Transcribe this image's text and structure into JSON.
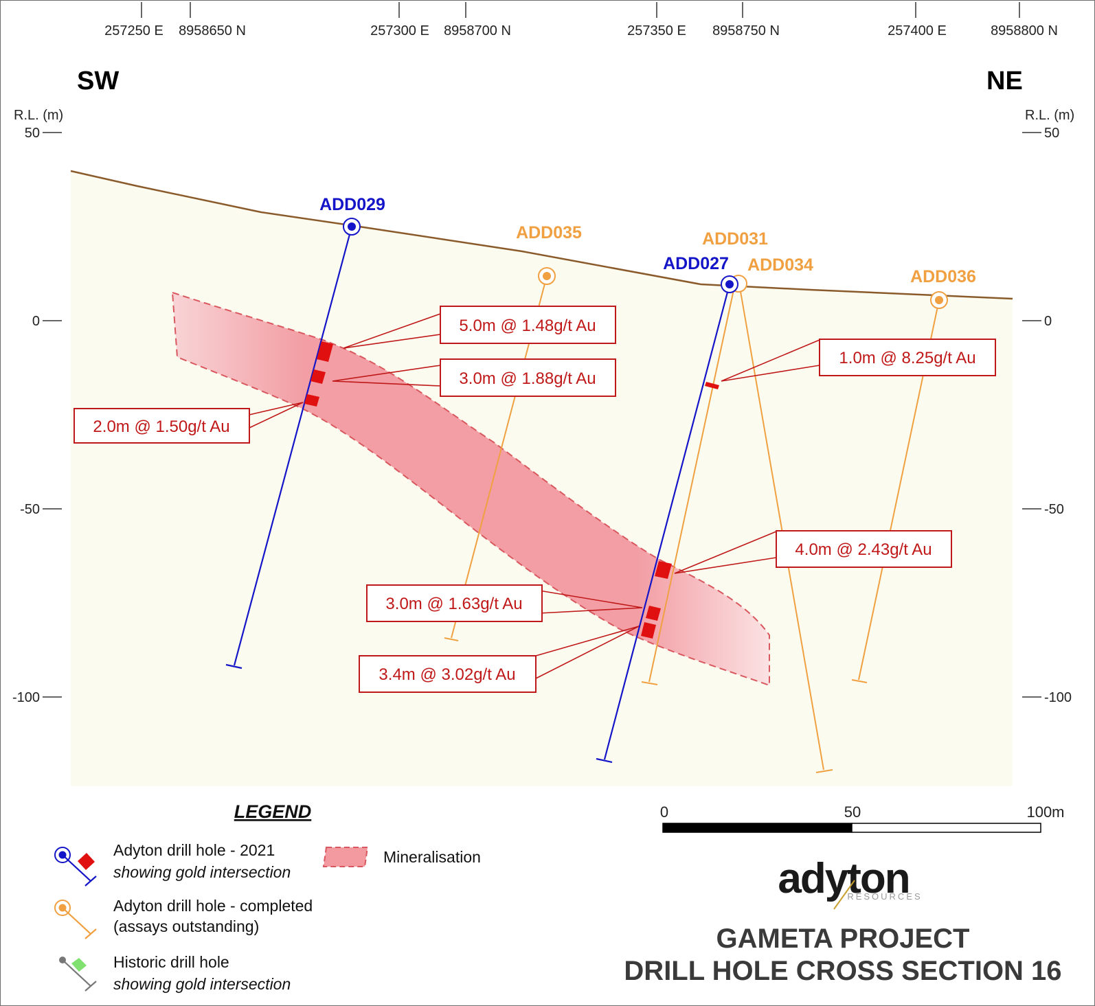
{
  "grid_labels": {
    "easting_1": "257250 E",
    "northing_1": "8958650 N",
    "easting_2": "257300 E",
    "northing_2": "8958700 N",
    "easting_3": "257350 E",
    "northing_3": "8958750 N",
    "easting_4": "257400 E",
    "northing_4": "8958800 N"
  },
  "compass": {
    "left": "SW",
    "right": "NE"
  },
  "axis": {
    "label_left": "R.L. (m)",
    "label_right": "R.L. (m)",
    "ticks": [
      "50",
      "0",
      "-50",
      "-100"
    ]
  },
  "holes": {
    "add029": {
      "name": "ADD029",
      "color": "#1414c8"
    },
    "add027": {
      "name": "ADD027",
      "color": "#1414c8"
    },
    "add035": {
      "name": "ADD035",
      "color": "#f0a040"
    },
    "add031": {
      "name": "ADD031",
      "color": "#f0a040"
    },
    "add034": {
      "name": "ADD034",
      "color": "#f0a040"
    },
    "add036": {
      "name": "ADD036",
      "color": "#f0a040"
    }
  },
  "intersections": {
    "i1": "5.0m @ 1.48g/t Au",
    "i2": "3.0m @ 1.88g/t Au",
    "i3": "2.0m @ 1.50g/t Au",
    "i4": "1.0m @ 8.25g/t Au",
    "i5": "4.0m @ 2.43g/t Au",
    "i6": "3.0m @ 1.63g/t Au",
    "i7": "3.4m @ 3.02g/t Au"
  },
  "scale_bar": {
    "l0": "0",
    "l50": "50",
    "l100": "100m"
  },
  "legend": {
    "title": "LEGEND",
    "item1_line1": "Adyton drill hole - 2021",
    "item1_line2": "showing gold intersection",
    "item2_line1": "Adyton drill hole - completed",
    "item2_line2": "(assays outstanding)",
    "item3_line1": "Historic drill hole",
    "item3_line2": "showing gold intersection",
    "item4": "Mineralisation"
  },
  "logo": {
    "name": "adyton",
    "sub": "RESOURCES"
  },
  "title": {
    "line1": "GAMETA PROJECT",
    "line2": "DRILL HOLE CROSS SECTION 16"
  },
  "colors": {
    "adyton_2021": "#1414c8",
    "adyton_completed": "#f0a040",
    "intersection": "#e01010",
    "mineralisation": "#f29aa0",
    "label_text": "#c01818",
    "background_fill": "#fbfcef",
    "surface": "#8a5a2b"
  }
}
